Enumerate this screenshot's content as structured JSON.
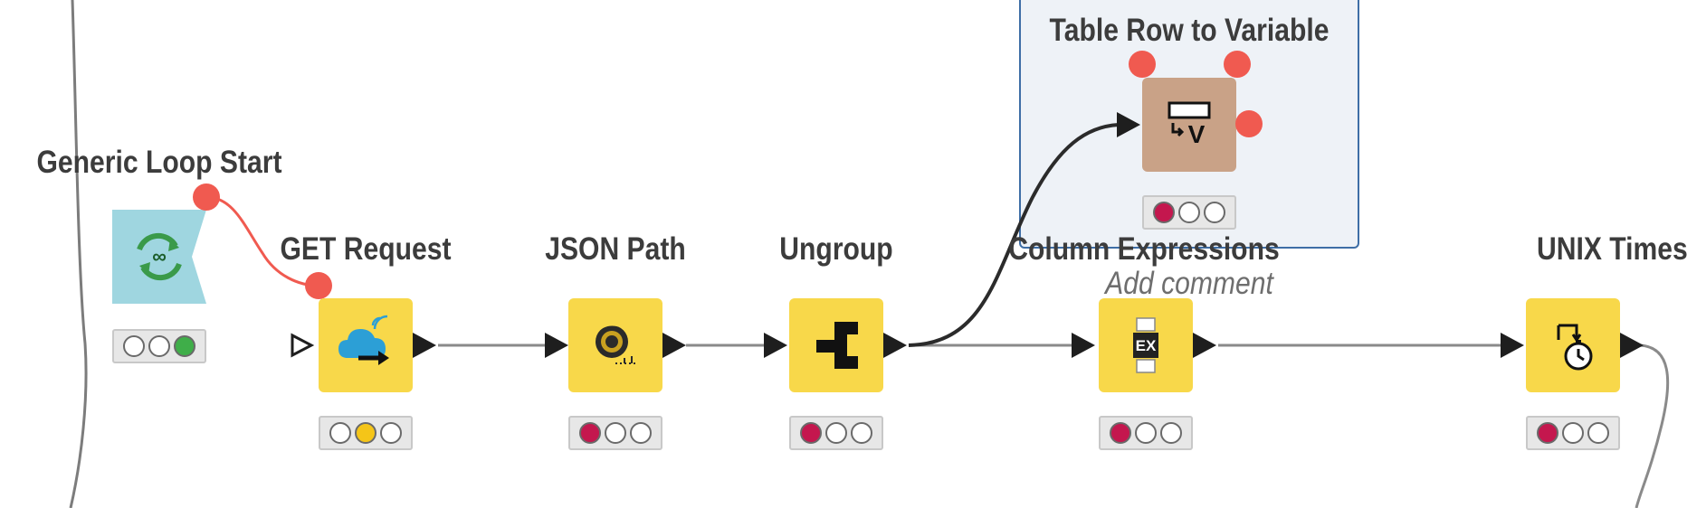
{
  "colors": {
    "canvas_bg": "#ffffff",
    "node_yellow": "#f8d84a",
    "loop_node": "#9fd6e0",
    "variable_node": "#c9a287",
    "flow_variable_port": "#f05a50",
    "selection_border": "#3e6ea6",
    "selection_fill": "#eef2f7",
    "status_red": "#c4174e",
    "status_yellow": "#f5c518",
    "status_green": "#3fae49"
  },
  "nodes": [
    {
      "id": "generic-loop-start",
      "label": "Generic Loop Start",
      "icon": "loop-icon",
      "status": [
        "off",
        "off",
        "green"
      ]
    },
    {
      "id": "get-request",
      "label": "GET Request",
      "icon": "cloud-upload-icon",
      "status": [
        "off",
        "yellow",
        "off"
      ]
    },
    {
      "id": "json-path",
      "label": "JSON Path",
      "icon": "json-path-icon",
      "status": [
        "red",
        "off",
        "off"
      ]
    },
    {
      "id": "ungroup",
      "label": "Ungroup",
      "icon": "ungroup-icon",
      "status": [
        "red",
        "off",
        "off"
      ]
    },
    {
      "id": "table-row-to-variable",
      "label": "Table Row to Variable",
      "icon": "table-row-to-variable-icon",
      "status": [
        "red",
        "off",
        "off"
      ]
    },
    {
      "id": "column-expressions",
      "label": "Column Expressions",
      "comment": "Add comment",
      "icon": "expression-icon",
      "icon_text": "EX",
      "status": [
        "red",
        "off",
        "off"
      ]
    },
    {
      "id": "unix-timestamp",
      "label": "UNIX Timestamp to Date",
      "icon": "timestamp-icon",
      "status": [
        "red",
        "off",
        "off"
      ]
    }
  ]
}
